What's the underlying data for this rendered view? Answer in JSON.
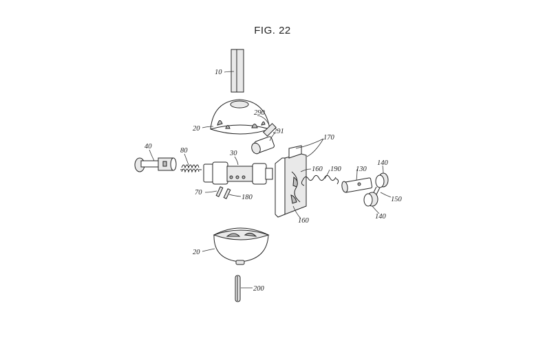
{
  "figure": {
    "title": "FIG. 22"
  },
  "labels": {
    "l10": "10",
    "l20_top": "20",
    "l20_bottom": "20",
    "l30": "30",
    "l40": "40",
    "l70": "70",
    "l80": "80",
    "l130": "130",
    "l140_top": "140",
    "l140_bottom": "140",
    "l150": "150",
    "l160_top": "160",
    "l160_bottom": "160",
    "l170": "170",
    "l180": "180",
    "l190": "190",
    "l200": "200",
    "l290": "290",
    "l291": "291"
  }
}
